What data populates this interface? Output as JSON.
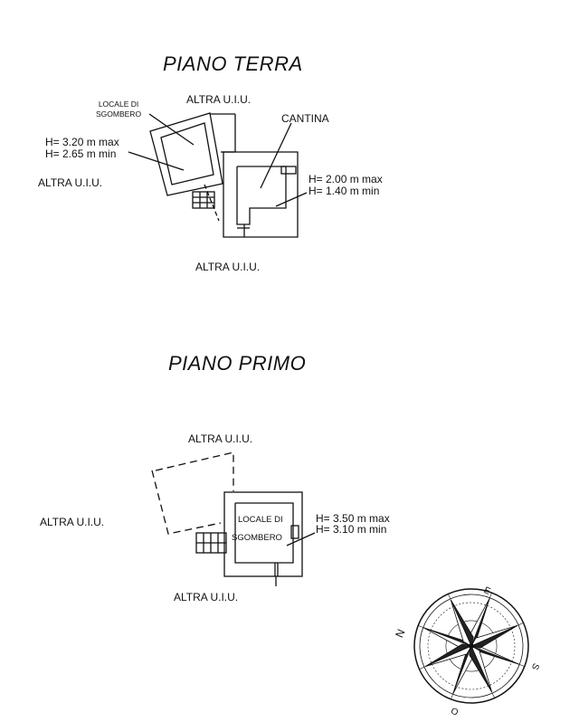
{
  "piano_terra": {
    "title": "PIANO TERRA",
    "altra_top": "ALTRA U.I.U.",
    "altra_left": "ALTRA U.I.U.",
    "altra_bottom": "ALTRA U.I.U.",
    "locale_line1": "LOCALE DI",
    "locale_line2": "SGOMBERO",
    "cantina": "CANTINA",
    "left_h_max": "H= 3.20 m max",
    "left_h_min": "H= 2.65 m min",
    "right_h_max": "H= 2.00 m max",
    "right_h_min": "H= 1.40 m min"
  },
  "piano_primo": {
    "title": "PIANO PRIMO",
    "altra_top": "ALTRA U.I.U.",
    "altra_left": "ALTRA U.I.U.",
    "altra_bottom": "ALTRA U.I.U.",
    "locale_line1": "LOCALE DI",
    "locale_line2": "SGOMBERO",
    "h_max": "H= 3.50 m max",
    "h_min": "H= 3.10 m min"
  },
  "compass": {
    "n": "N",
    "e": "E",
    "s": "S",
    "o": "O"
  }
}
